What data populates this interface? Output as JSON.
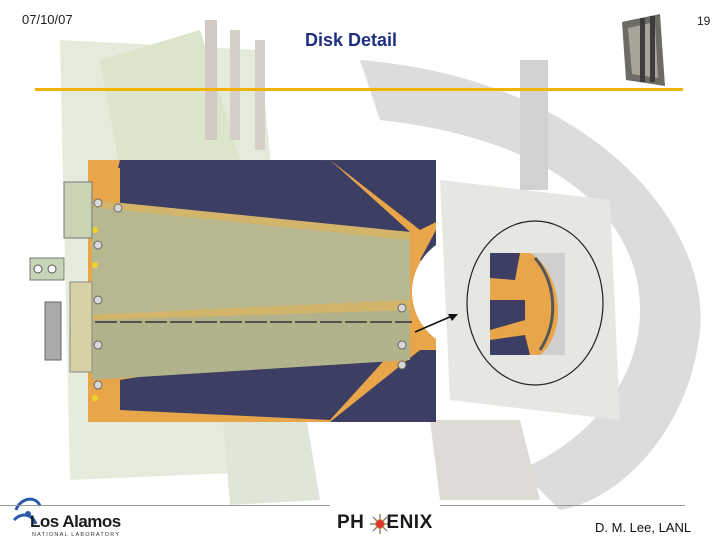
{
  "slide": {
    "date": "07/10/07",
    "page_number": "19",
    "title": "Disk Detail",
    "author": "D. M. Lee, LANL"
  },
  "footer": {
    "lanl_name": "Los Alamos",
    "lanl_sub": "NATIONAL LABORATORY",
    "phenix_left": "PH",
    "phenix_right": "ENIX"
  },
  "colors": {
    "title": "#1f2f80",
    "accent_line": "#f0b400",
    "sensor_panel": "#3c3e63",
    "frame_orange": "#e9a54a",
    "lanl_blue": "#2a5aa8"
  }
}
